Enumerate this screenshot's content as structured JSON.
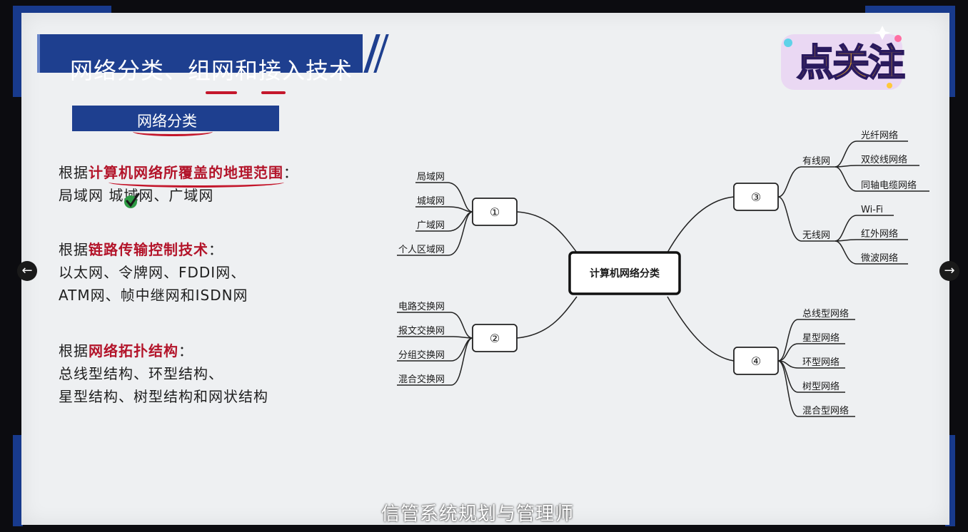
{
  "title": "网络分类、组网和接入技术",
  "subtitle": "网络分类",
  "sections": [
    {
      "prefix": "根据",
      "highlight": "计算机网络所覆盖的地理范围",
      "suffix": "：",
      "lines": [
        "局域网 城域网、广域网"
      ]
    },
    {
      "prefix": "根据",
      "highlight": "链路传输控制技术",
      "suffix": "：",
      "lines": [
        "以太网、令牌网、FDDI网、",
        "ATM网、帧中继网和ISDN网"
      ]
    },
    {
      "prefix": "根据",
      "highlight": "网络拓扑结构",
      "suffix": "：",
      "lines": [
        "总线型结构、环型结构、",
        "星型结构、树型结构和网状结构"
      ]
    }
  ],
  "mindmap": {
    "center": "计算机网络分类",
    "nodes": [
      {
        "label": "①",
        "children": [
          "局域网",
          "城域网",
          "广域网",
          "个人区域网"
        ]
      },
      {
        "label": "②",
        "children": [
          "电路交换网",
          "报文交换网",
          "分组交换网",
          "混合交换网"
        ]
      },
      {
        "label": "③",
        "groups": [
          {
            "label": "有线网",
            "children": [
              "光纤网络",
              "双绞线网络",
              "同轴电缆网络"
            ]
          },
          {
            "label": "无线网",
            "children": [
              "Wi-Fi",
              "红外网络",
              "微波网络"
            ]
          }
        ]
      },
      {
        "label": "④",
        "children": [
          "总线型网络",
          "星型网络",
          "环型网络",
          "树型网络",
          "混合型网络"
        ]
      }
    ]
  },
  "badge": "点关注",
  "caption": "信管系统规划与管理师",
  "nav": {
    "prev": "←",
    "next": "→"
  },
  "colors": {
    "brand_blue": "#1e3f8f",
    "highlight_red": "#b3142a",
    "check_green": "#2e9b45"
  }
}
